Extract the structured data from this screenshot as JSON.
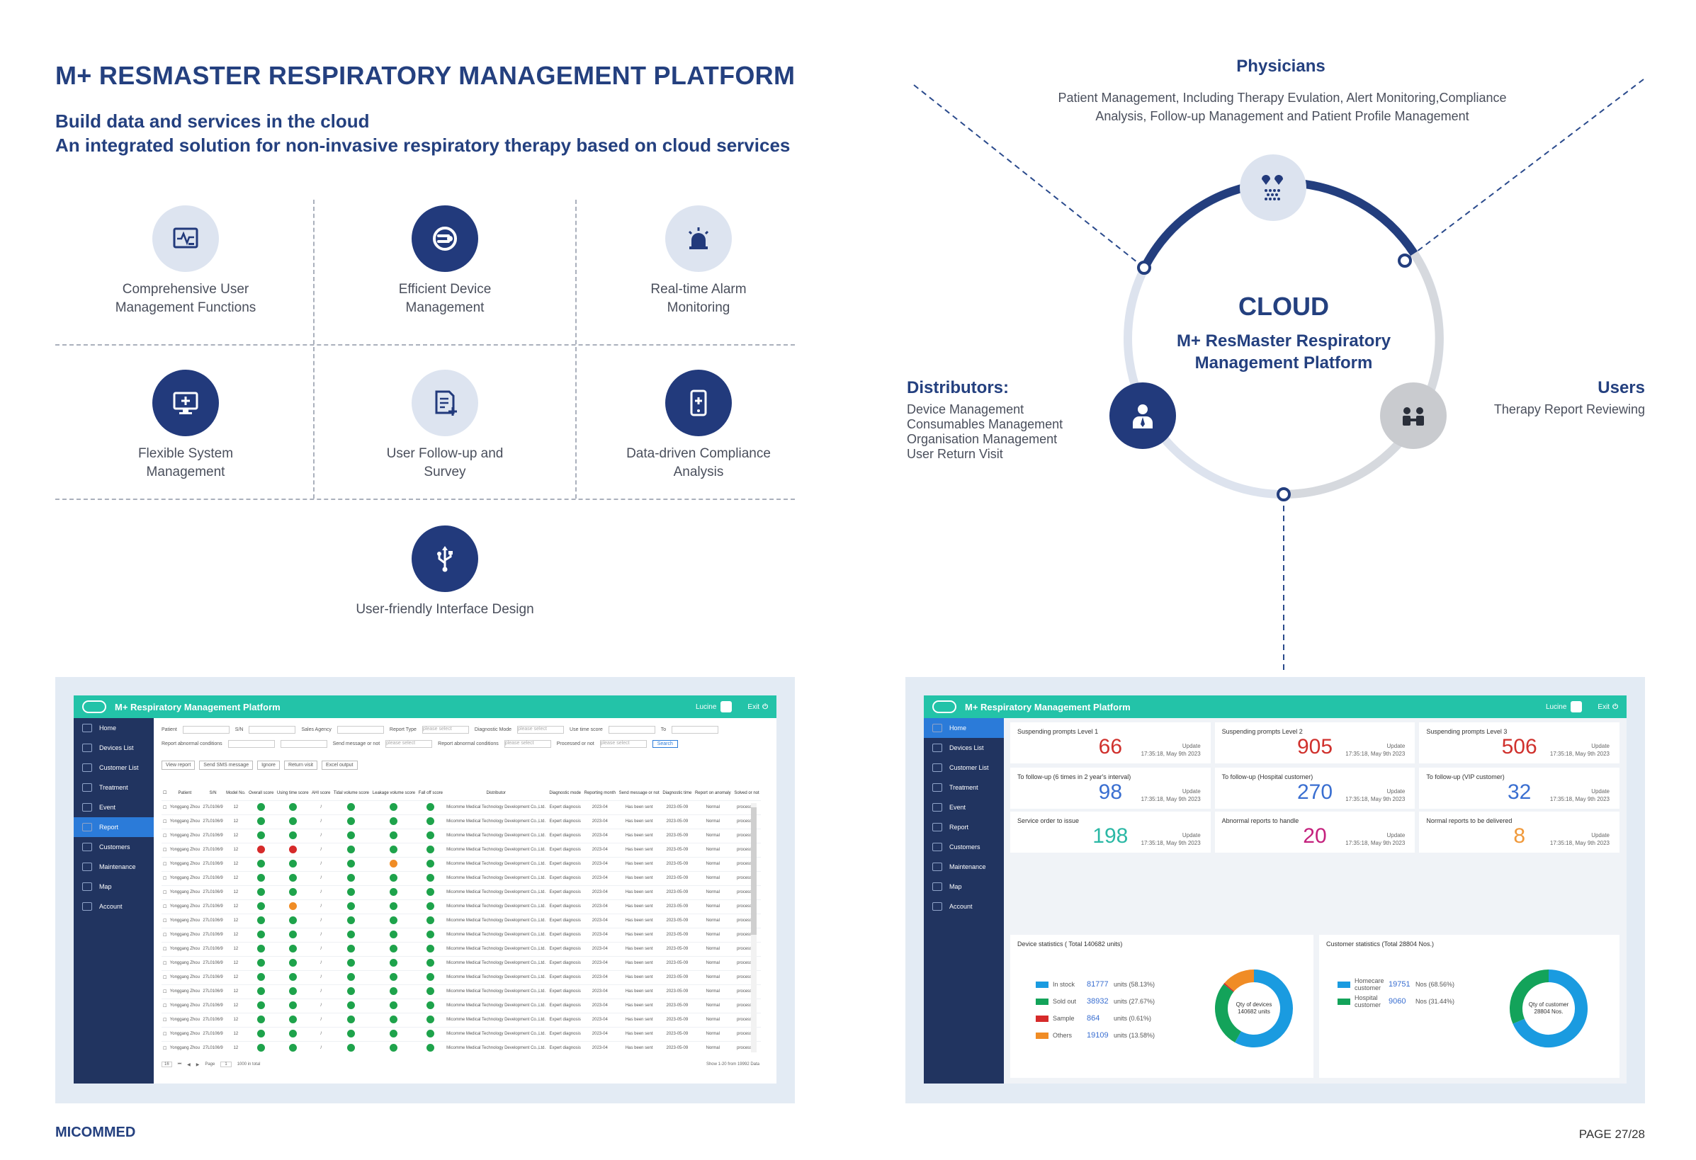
{
  "title": "M+ RESMASTER RESPIRATORY MANAGEMENT PLATFORM",
  "subtitle_1": "Build data and services in the cloud",
  "subtitle_2": "An integrated solution for non-invasive respiratory therapy based on cloud services",
  "features": [
    {
      "label_1": "Comprehensive User",
      "label_2": "Management Functions",
      "icon": "monitor-chart-icon"
    },
    {
      "label_1": "Efficient Device",
      "label_2": "Management",
      "icon": "device-icon"
    },
    {
      "label_1": "Real-time Alarm",
      "label_2": "Monitoring",
      "icon": "alarm-icon"
    },
    {
      "label_1": "Flexible System",
      "label_2": "Management",
      "icon": "computer-icon"
    },
    {
      "label_1": "User Follow-up and",
      "label_2": "Survey",
      "icon": "document-edit-icon"
    },
    {
      "label_1": "Data-driven Compliance",
      "label_2": "Analysis",
      "icon": "tablet-icon"
    },
    {
      "label_1": "User-friendly Interface Design",
      "label_2": "",
      "icon": "usb-icon"
    }
  ],
  "diagram": {
    "physicians_title": "Physicians",
    "physicians_desc_1": "Patient Management, Including Therapy Evulation, Alert Monitoring,Compliance",
    "physicians_desc_2": "Analysis, Follow-up Management and Patient Profile Management",
    "cloud": "CLOUD",
    "platform_1": "M+ ResMaster Respiratory",
    "platform_2": "Management Platform",
    "distributors_title": "Distributors:",
    "distributors_items": [
      "Device Management",
      "Consumables Management",
      "Organisation Management",
      "User Return Visit"
    ],
    "users_title": "Users",
    "users_desc": "Therapy Report Reviewing"
  },
  "app": {
    "name": "M+ Respiratory Management Platform",
    "user": "Lucine",
    "exit": "Exit",
    "nav": [
      "Home",
      "Devices List",
      "Customer List",
      "Treatment",
      "Event",
      "Report",
      "Customers",
      "Maintenance",
      "Map",
      "Account"
    ]
  },
  "report": {
    "filters": [
      "Patient",
      "S/N",
      "Sales Agency",
      "Report Type",
      "Diagnostic Mode",
      "Use time score",
      "To"
    ],
    "filters2": [
      "Report abnormal conditions",
      "Send message or not",
      "Report abnormal conditions",
      "Processed or not"
    ],
    "select_placeholder": "please select",
    "search": "Search",
    "buttons": [
      "View report",
      "Send SMS message",
      "Ignore",
      "Return visit",
      "Excel output"
    ],
    "columns": [
      "Patient",
      "S/N",
      "Model No.",
      "Overall score",
      "Using time score",
      "AHI score",
      "Tidal volume score",
      "Leakage volume score",
      "Fall off score",
      "Distributor",
      "Diagnostic mode",
      "Reporting month",
      "Send message or not",
      "Diagnostic time",
      "Report on anomaly",
      "Solved or not"
    ],
    "row": {
      "patient": "Yonggang Zhou",
      "sn": "27L0106/9",
      "model": "12",
      "ahi": "/",
      "distributor": "Micomme Medical Technology Development Co.,Ltd.",
      "mode": "Expert diagnosis",
      "month": "2023-04",
      "send": "Has been sent",
      "time": "2023-05-09",
      "anomaly": "Normal",
      "solved": "processed"
    },
    "pager": "Page",
    "page_num": "1",
    "per_page": "16",
    "total": "1000 in total",
    "showing": "Show 1-20 from 19992 Data"
  },
  "dashboard": {
    "cards": [
      {
        "title": "Suspending prompts Level 1",
        "value": "66",
        "color": "#d0312d"
      },
      {
        "title": "Suspending prompts Level 2",
        "value": "905",
        "color": "#d0312d"
      },
      {
        "title": "Suspending prompts Level 3",
        "value": "506",
        "color": "#d0312d"
      },
      {
        "title": "To follow-up (6 times in 2 year's interval)",
        "value": "98",
        "color": "#3a6fd1"
      },
      {
        "title": "To follow-up (Hospital customer)",
        "value": "270",
        "color": "#3a6fd1"
      },
      {
        "title": "To follow-up (VIP customer)",
        "value": "32",
        "color": "#3a6fd1"
      },
      {
        "title": "Service order to issue",
        "value": "198",
        "color": "#2bb8a5"
      },
      {
        "title": "Abnormal reports to handle",
        "value": "20",
        "color": "#c4217d"
      },
      {
        "title": "Normal reports to be delivered",
        "value": "8",
        "color": "#f0993a"
      }
    ],
    "update": "Update",
    "update_time": "17:35:18, May 9th 2023",
    "device_stats_title": "Device statistics ( Total 140682 units)",
    "device_stats": [
      {
        "name": "In stock",
        "value": "81777",
        "unit": "units (58.13%)",
        "pct": 58.13,
        "color": "#1a9be0"
      },
      {
        "name": "Sold out",
        "value": "38932",
        "unit": "units (27.67%)",
        "pct": 27.67,
        "color": "#13a35a"
      },
      {
        "name": "Sample",
        "value": "864",
        "unit": "units (0.61%)",
        "pct": 0.61,
        "color": "#d62a2a"
      },
      {
        "name": "Others",
        "value": "19109",
        "unit": "units (13.58%)",
        "pct": 13.58,
        "color": "#f08c25"
      }
    ],
    "device_center_1": "Qty of devices",
    "device_center_2": "140682 units",
    "customer_stats_title": "Customer statistics (Total 28804 Nos.)",
    "customer_stats": [
      {
        "name": "Homecare customer",
        "value": "19751",
        "unit": "Nos (68.56%)",
        "pct": 68.56,
        "color": "#1a9be0"
      },
      {
        "name": "Hospital customer",
        "value": "9060",
        "unit": "Nos (31.44%)",
        "pct": 31.44,
        "color": "#13a35a"
      }
    ],
    "customer_center_1": "Qty of customer",
    "customer_center_2": "28804 Nos."
  },
  "footer": {
    "brand": "MICOMMED",
    "page": "PAGE 27/28"
  }
}
